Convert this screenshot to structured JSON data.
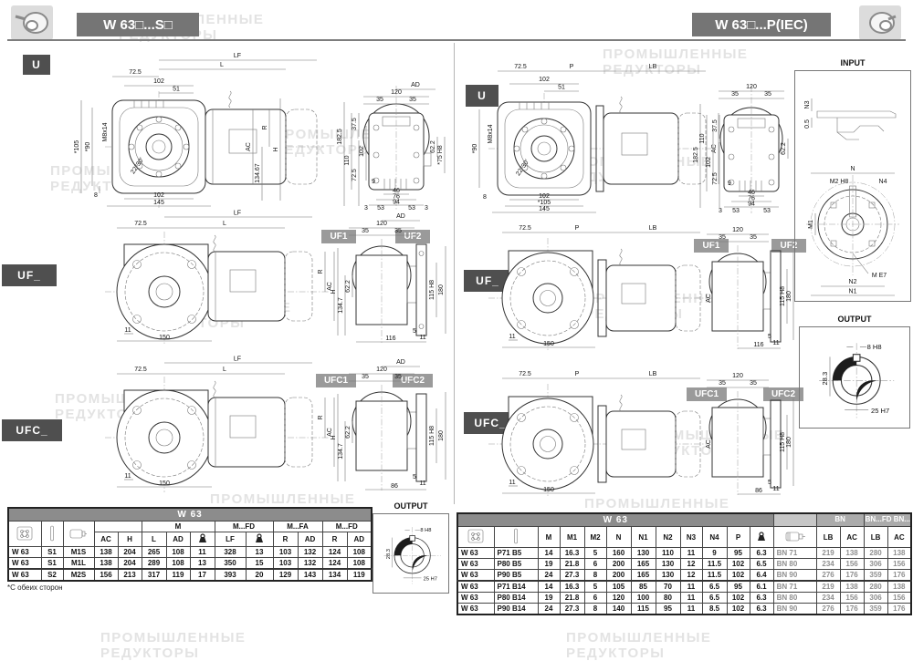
{
  "header": {
    "left_title": "W 63□...S□",
    "right_title": "W 63□...P(IEC)"
  },
  "watermark": {
    "text": "ПРОМЫШЛЕННЫЕ\nРЕДУКТОРЫ"
  },
  "badges": {
    "u": "U",
    "uf": "UF_",
    "ufc": "UFC_",
    "uf1": "UF1",
    "uf2": "UF2",
    "ufc1": "UFC1",
    "ufc2": "UFC2"
  },
  "boxes": {
    "input_title": "INPUT",
    "output_title": "OUTPUT",
    "input_dims": [
      "N3",
      "0.5",
      "N",
      "M2 H8",
      "N4",
      "M1",
      "M E7",
      "N2",
      "N1"
    ],
    "output_dims": [
      "8 H8",
      "28.3",
      "25 H7"
    ]
  },
  "left": {
    "u_dims": [
      "72.5",
      "LF",
      "L",
      "102",
      "51",
      "M8x14",
      "*105",
      "*90",
      "22°30'",
      "8",
      "102",
      "145",
      "R",
      "AC",
      "H",
      "134.67"
    ],
    "u_front_dims": [
      "AD",
      "120",
      "35",
      "35",
      "182.5",
      "110",
      "37.5",
      "102",
      "72.5",
      "62.2",
      "*75 H8",
      "9",
      "46",
      "76",
      "94",
      "3",
      "53",
      "53",
      "3"
    ],
    "uf_dims": [
      "72.5",
      "LF",
      "L",
      "R",
      "AC",
      "11",
      "150"
    ],
    "uf_front_dims": [
      "AD",
      "120",
      "35",
      "35",
      "H",
      "134.7",
      "62.2",
      "115 H8",
      "180",
      "5",
      "11",
      "116"
    ],
    "ufc_dims": [
      "72.5",
      "LF",
      "L",
      "R",
      "AC",
      "11",
      "150"
    ],
    "ufc_front_dims": [
      "AD",
      "120",
      "35",
      "35",
      "H",
      "134.7",
      "62.2",
      "115 H8",
      "180",
      "5",
      "11",
      "86"
    ]
  },
  "right": {
    "u_dims": [
      "72.5",
      "P",
      "LB",
      "102",
      "51",
      "M8x14",
      "*90",
      "22°30'",
      "8",
      "AC",
      "102",
      "*105",
      "145"
    ],
    "u_front_dims": [
      "120",
      "35",
      "35",
      "182.5",
      "110",
      "37.5",
      "102",
      "72.5",
      "62.2",
      "9",
      "46",
      "76",
      "94",
      "3",
      "53",
      "53"
    ],
    "uf_dims": [
      "72.5",
      "P",
      "LB",
      "AC",
      "11",
      "150"
    ],
    "uf_front_dims": [
      "120",
      "35",
      "35",
      "115 H8",
      "180",
      "5",
      "11",
      "116"
    ],
    "ufc_dims": [
      "72.5",
      "P",
      "LB",
      "AC",
      "11",
      "150"
    ],
    "ufc_front_dims": [
      "120",
      "35",
      "35",
      "115 H8",
      "180",
      "5",
      "11",
      "86"
    ]
  },
  "left_table": {
    "title": "W 63",
    "group_m": "M",
    "group_mfd": "M...FD",
    "group_mfa": "M...FA",
    "group_mfd2": "M...FD",
    "subcols": [
      "AC",
      "H",
      "L",
      "AD",
      "LF",
      "R",
      "AD",
      "R",
      "AD"
    ],
    "rows": [
      [
        "W 63",
        "S1",
        "M1S",
        "138",
        "204",
        "265",
        "108",
        "11",
        "328",
        "13",
        "103",
        "132",
        "124",
        "108"
      ],
      [
        "W 63",
        "S1",
        "M1L",
        "138",
        "204",
        "289",
        "108",
        "13",
        "350",
        "15",
        "103",
        "132",
        "124",
        "108"
      ],
      [
        "W 63",
        "S2",
        "M2S",
        "156",
        "213",
        "317",
        "119",
        "17",
        "393",
        "20",
        "129",
        "143",
        "134",
        "119"
      ]
    ],
    "footnote": "*С обеих сторон"
  },
  "right_table": {
    "title": "W 63",
    "group_bn": "BN",
    "group_bnfd": "BN...FD\nBN...FA",
    "subcols": [
      "M",
      "M1",
      "M2",
      "N",
      "N1",
      "N2",
      "N3",
      "N4",
      "P"
    ],
    "tailcols": [
      "LB",
      "AC",
      "LB",
      "AC"
    ],
    "rows": [
      [
        "W 63",
        "P71 B5",
        "14",
        "16.3",
        "5",
        "160",
        "130",
        "110",
        "11",
        "9",
        "95",
        "6.3",
        "BN 71",
        "219",
        "138",
        "280",
        "138"
      ],
      [
        "W 63",
        "P80 B5",
        "19",
        "21.8",
        "6",
        "200",
        "165",
        "130",
        "12",
        "11.5",
        "102",
        "6.5",
        "BN 80",
        "234",
        "156",
        "306",
        "156"
      ],
      [
        "W 63",
        "P90 B5",
        "24",
        "27.3",
        "8",
        "200",
        "165",
        "130",
        "12",
        "11.5",
        "102",
        "6.4",
        "BN 90",
        "276",
        "176",
        "359",
        "176"
      ],
      [
        "W 63",
        "P71 B14",
        "14",
        "16.3",
        "5",
        "105",
        "85",
        "70",
        "11",
        "6.5",
        "95",
        "6.1",
        "BN 71",
        "219",
        "138",
        "280",
        "138"
      ],
      [
        "W 63",
        "P80 B14",
        "19",
        "21.8",
        "6",
        "120",
        "100",
        "80",
        "11",
        "6.5",
        "102",
        "6.3",
        "BN 80",
        "234",
        "156",
        "306",
        "156"
      ],
      [
        "W 63",
        "P90 B14",
        "24",
        "27.3",
        "8",
        "140",
        "115",
        "95",
        "11",
        "8.5",
        "102",
        "6.3",
        "BN 90",
        "276",
        "176",
        "359",
        "176"
      ]
    ]
  },
  "icons": {
    "logo": "roller-reducer-logo",
    "gearbox": "gearbox-face",
    "shaft": "output-shaft",
    "motor": "electric-motor",
    "weight": "kg-weight"
  },
  "colors": {
    "header_bar": "#757575",
    "badge_dark": "#4f4f4f",
    "badge_gray": "#9a9a9a",
    "table_title": "#8c8c8c",
    "table_group": "#ababab",
    "muted_value": "#8f8f8f",
    "watermark": "#e3e3e3"
  }
}
